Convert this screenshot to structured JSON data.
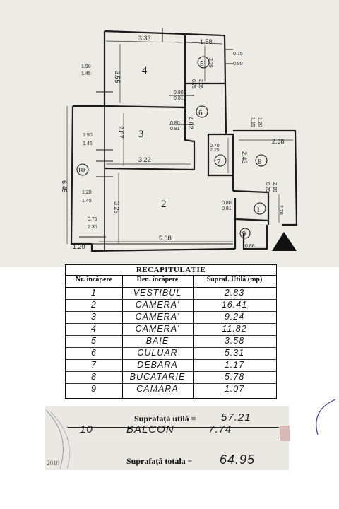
{
  "plan": {
    "rooms": [
      {
        "id": "1",
        "name": "room-1-vestibul-number"
      },
      {
        "id": "2",
        "name": "room-2-camera-number"
      },
      {
        "id": "3",
        "name": "room-3-camera-number"
      },
      {
        "id": "4",
        "name": "room-4-camera-number"
      },
      {
        "id": "5",
        "name": "room-5-baie-number"
      },
      {
        "id": "6",
        "name": "room-6-culuar-number"
      },
      {
        "id": "7",
        "name": "room-7-debara-number"
      },
      {
        "id": "8",
        "name": "room-8-bucatarie-number"
      },
      {
        "id": "9",
        "name": "room-9-camara-number"
      },
      {
        "id": "10",
        "name": "room-10-balcon-number"
      }
    ],
    "dims": {
      "d333": "3.33",
      "d158": "1.58",
      "d355": "3.55",
      "d229": "2.29",
      "d075a": "0.75",
      "d080a": "0.80",
      "d190a": "1.90",
      "d145a": "1.45",
      "d075b": "0.75",
      "d205": "2.05",
      "d080b": "0.80",
      "d081a": "0.81",
      "d402": "4.02",
      "d287": "2.87",
      "d080c": "0.80",
      "d081b": "0.81",
      "d115": "1.15",
      "d120a": "1.20",
      "d238": "2.38",
      "d190b": "1.90",
      "d145b": "1.45",
      "d322": "3.22",
      "d070": "0.70",
      "d225": "2.25",
      "d243": "2.43",
      "d645": "6.45",
      "d120b": "1.20",
      "d145c": "1.45",
      "d075c": "0.75",
      "d210": "2.10",
      "d329": "3.29",
      "d080d": "0.80",
      "d081c": "0.81",
      "d270": "2.70",
      "d075d": "0.75",
      "d230": "2.30",
      "d508": "5.08",
      "d120c": "1.20",
      "d086": "0.86"
    }
  },
  "recap": {
    "title": "RECAPITULAȚIE",
    "headers": {
      "nr": "Nr. încăpere",
      "den": "Den. încăpere",
      "supr": "Supraf. Utilă (mp)"
    },
    "rows": [
      {
        "nr": "1",
        "den": "VESTIBUL",
        "supr": "2.83"
      },
      {
        "nr": "2",
        "den": "CAMERA'",
        "supr": "16.41"
      },
      {
        "nr": "3",
        "den": "CAMERA'",
        "supr": "9.24"
      },
      {
        "nr": "4",
        "den": "CAMERA'",
        "supr": "11.82"
      },
      {
        "nr": "5",
        "den": "BAIE",
        "supr": "3.58"
      },
      {
        "nr": "6",
        "den": "CULUAR",
        "supr": "5.31"
      },
      {
        "nr": "7",
        "den": "DEBARA",
        "supr": "1.17"
      },
      {
        "nr": "8",
        "den": "BUCATARIE",
        "supr": "5.78"
      },
      {
        "nr": "9",
        "den": "CAMARA",
        "supr": "1.07"
      }
    ],
    "util_label": "Suprafață utilă =",
    "util_value": "57.21",
    "balcon_nr": "10",
    "balcon_den": "BALCON",
    "balcon_value": "7.74",
    "total_label": "Suprafață totala =",
    "total_value": "64.95",
    "stamp_year": "2010"
  }
}
